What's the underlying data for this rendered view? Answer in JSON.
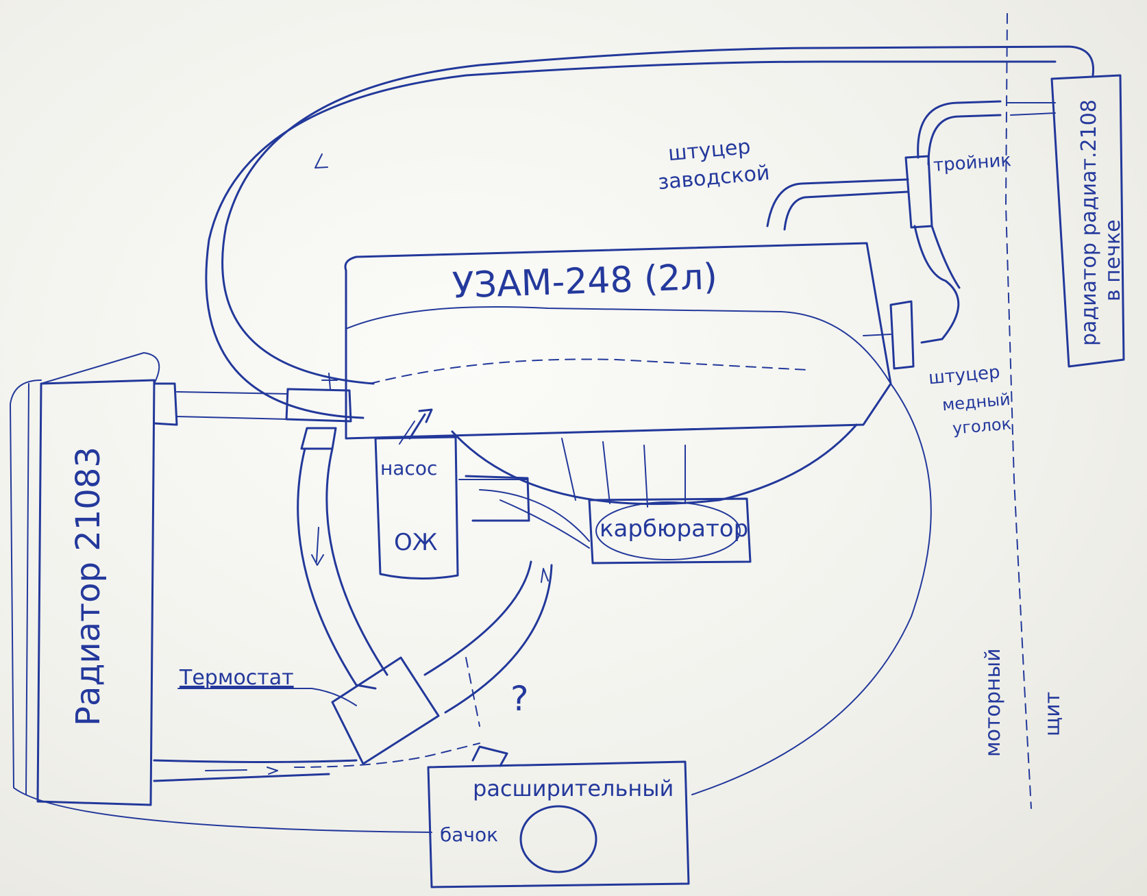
{
  "labels": {
    "engine": "УЗАМ-248 (2л)",
    "fitting_intake": [
      "штуцер",
      "заводской"
    ],
    "tee": "тройник",
    "heater_radiator": [
      "радиатор радиат.2108",
      "в печке"
    ],
    "fitting_corner": [
      "штуцер",
      "медный",
      "уголок"
    ],
    "pump": "насос",
    "pump_sub": "ОЖ",
    "carburetor": "карбюратор",
    "main_radiator": "Радиатор 21083",
    "thermostat": "Термостат",
    "question": "?",
    "expansion_tank": [
      "расширительный",
      "бачок"
    ],
    "firewall": [
      "моторный",
      "щит"
    ]
  },
  "colors": {
    "ink": "#22389a",
    "paper": "#f3f2ee"
  }
}
